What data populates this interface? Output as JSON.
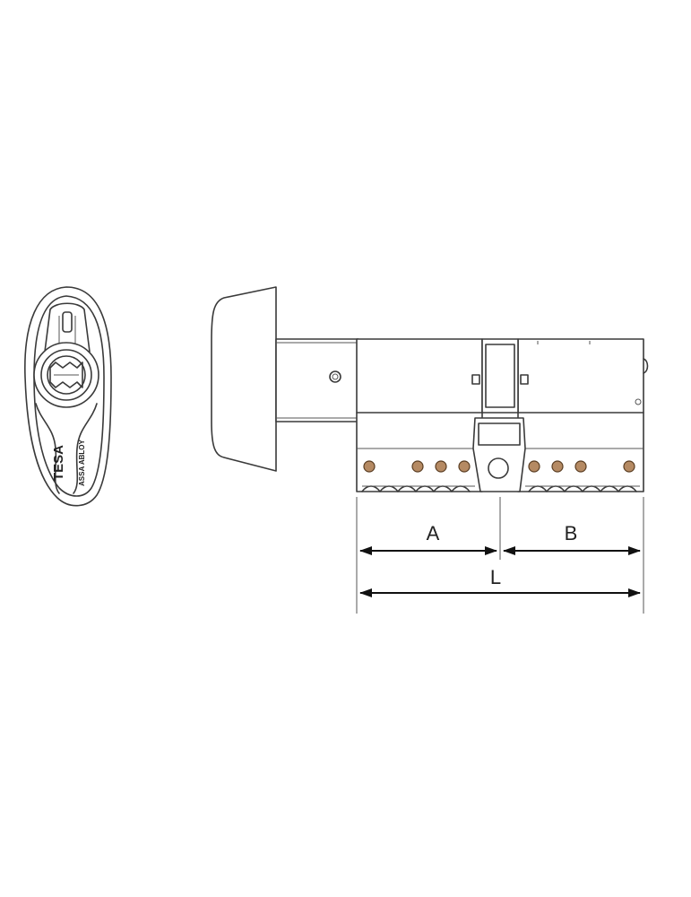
{
  "drawing": {
    "colors": {
      "line": "#3a3a3a",
      "pin": "#b58a63",
      "background": "#ffffff"
    }
  },
  "dimensions": {
    "a_label": "A",
    "b_label": "B",
    "l_label": "L"
  },
  "front_view": {
    "logo": "TESA",
    "sub_logo": "ASSA ABLOY"
  }
}
